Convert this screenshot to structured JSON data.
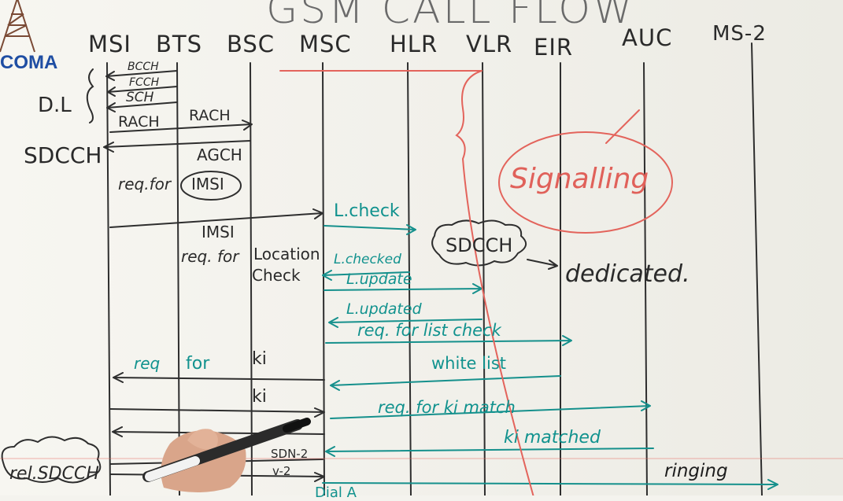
{
  "title": "GSM CALL FLOW",
  "brand": {
    "logo_text": "COMA",
    "logo_icon": "cell-tower-icon",
    "accent": "#1f4ea3"
  },
  "entities": [
    "MSI",
    "BTS",
    "BSC",
    "MSC",
    "HLR",
    "VLR",
    "EIR",
    "AUC",
    "MS-2"
  ],
  "left_labels": {
    "dl": "D.L",
    "sdcch": "SDCCH",
    "rel": "rel.SDCCH"
  },
  "black_notes": {
    "bcch": "BCCH",
    "fcch": "FCCH",
    "sch": "SCH",
    "rach1": "RACH",
    "rach2": "RACH",
    "agch": "AGCH",
    "req_for": "req.for",
    "imsi_circled": "IMSI",
    "imsi2": "IMSI",
    "req_for2": "req. for",
    "location": "Location",
    "check": "Check",
    "sdcch_cloud": "SDCCH",
    "dedicated": "dedicated.",
    "ki_1": "ki",
    "ki_2": "ki",
    "sdn2": "SDN-2",
    "v2": "v-2"
  },
  "teal_notes": {
    "lcheck": "L.check",
    "lchecked": "L.checked",
    "lupdate": "L.update",
    "lupdated": "L.updated",
    "req_list_check": "req. for list check",
    "white_list": "white list",
    "req_for_a": "req",
    "req_for_b": "for",
    "req_ki_match": "req. for ki match",
    "ki_matched": "ki matched",
    "ringing": "ringing",
    "bottom": "Dial A"
  },
  "red_notes": {
    "signalling": "Signalling"
  },
  "colors": {
    "ink": "#2a2a2a",
    "teal": "#11928e",
    "red": "#e0615a",
    "board": "#f4f3ee"
  }
}
